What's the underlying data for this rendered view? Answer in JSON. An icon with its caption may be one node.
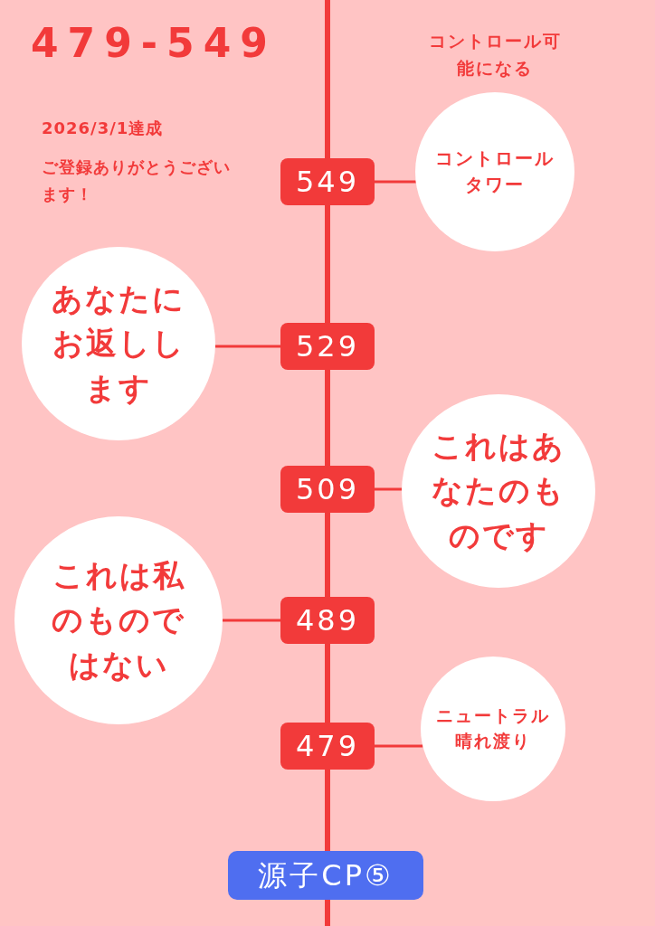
{
  "diagram": {
    "title": "479-549",
    "nodes": [
      {
        "text": [
          "549"
        ]
      },
      {
        "text": [
          "コントロールタワー"
        ],
        "beside": [
          "コントロール可能になる"
        ]
      },
      {
        "text": [
          "529"
        ]
      },
      {
        "text": [
          "あなたにお返しします"
        ]
      },
      {
        "text": [
          "509"
        ]
      },
      {
        "text": [
          "これはあなたのものです"
        ]
      },
      {
        "text": [
          "489"
        ]
      },
      {
        "text": [
          "これは私のものではない"
        ]
      },
      {
        "text": [
          "479"
        ]
      },
      {
        "text": [
          "ニュートラル晴れ渡り"
        ]
      },
      {
        "text": [
          "源子CP⑤"
        ]
      }
    ],
    "edges": [
      {
        "from": 0,
        "to": 1,
        "arrow": "none"
      },
      {
        "from": 2,
        "to": 3,
        "arrow": "none"
      },
      {
        "from": 4,
        "to": 5,
        "arrow": "none"
      },
      {
        "from": 6,
        "to": 7,
        "arrow": "none"
      },
      {
        "from": 8,
        "to": 9,
        "arrow": "none"
      },
      {
        "from": null,
        "to": 0,
        "arrow": "none"
      },
      {
        "from": 0,
        "to": 2,
        "arrow": "none"
      },
      {
        "from": 2,
        "to": 4,
        "arrow": "none"
      },
      {
        "from": 4,
        "to": 6,
        "arrow": "none"
      },
      {
        "from": 6,
        "to": 8,
        "arrow": "none"
      },
      {
        "from": 8,
        "to": 10,
        "arrow": "none"
      },
      {
        "from": 10,
        "to": null,
        "arrow": "none"
      }
    ],
    "labels": [
      "2026/3/1達成",
      "ご登録ありがとうございます！"
    ]
  }
}
